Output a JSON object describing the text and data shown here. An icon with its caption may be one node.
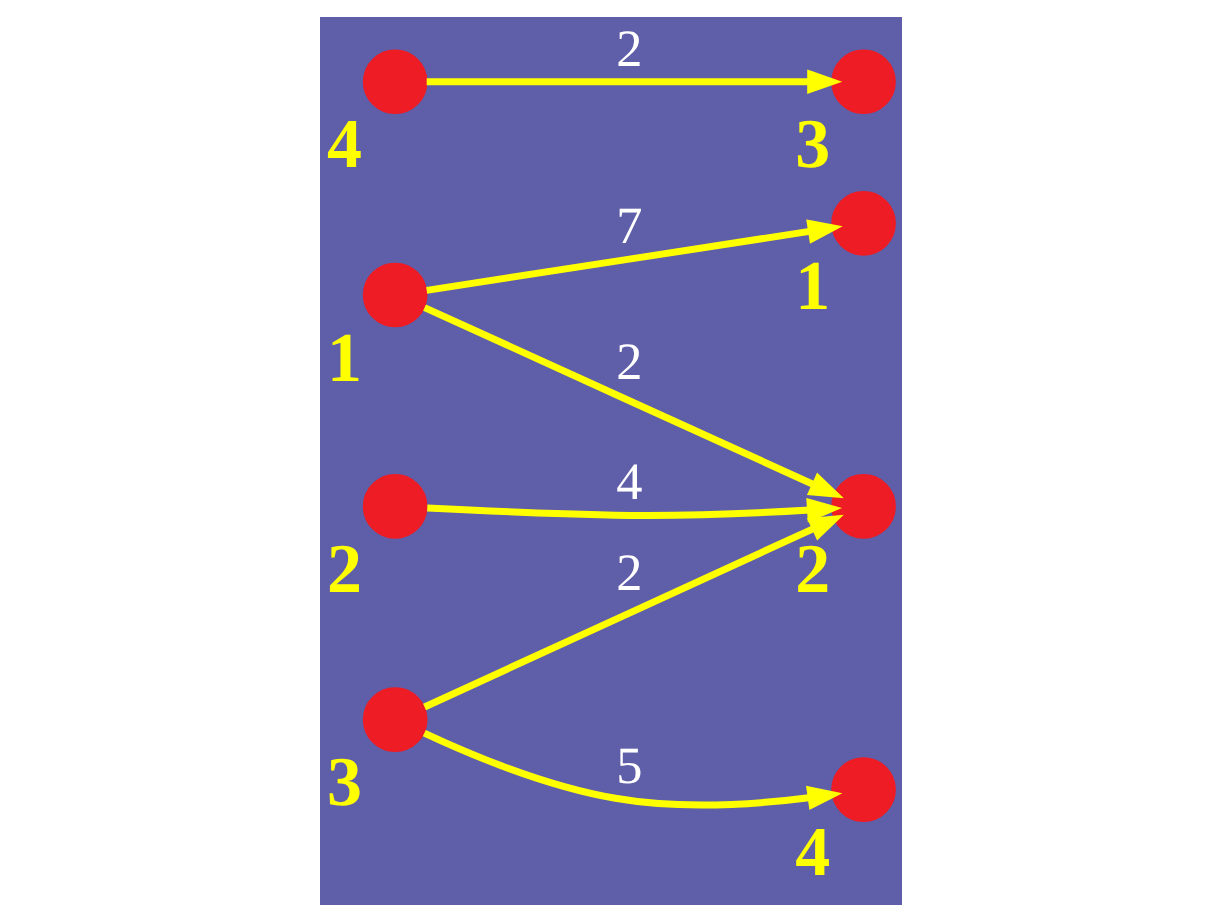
{
  "diagram": {
    "nodes": [
      {
        "text": [],
        "shape": "circle",
        "beside": [
          "1"
        ]
      },
      {
        "text": [],
        "shape": "circle",
        "beside": [
          "1"
        ]
      },
      {
        "text": [],
        "shape": "circle",
        "beside": [
          "2"
        ]
      },
      {
        "text": [],
        "shape": "circle",
        "beside": [
          "2"
        ]
      },
      {
        "text": [],
        "shape": "circle",
        "beside": [
          "3"
        ]
      },
      {
        "text": [],
        "shape": "circle",
        "beside": [
          "3"
        ]
      },
      {
        "text": [],
        "shape": "circle",
        "beside": [
          "4"
        ]
      },
      {
        "text": [],
        "shape": "circle",
        "beside": [
          "4"
        ]
      }
    ],
    "edges": [
      {
        "from": 0,
        "to": 1,
        "arrow": "to",
        "label": "7"
      },
      {
        "from": 0,
        "to": 3,
        "arrow": "to",
        "label": "2"
      },
      {
        "from": 2,
        "to": 3,
        "arrow": "to",
        "label": "4"
      },
      {
        "from": 4,
        "to": 3,
        "arrow": "to",
        "label": "2"
      },
      {
        "from": 4,
        "to": 7,
        "arrow": "to",
        "label": "5"
      },
      {
        "from": 6,
        "to": 5,
        "arrow": "to",
        "label": "2"
      }
    ]
  }
}
